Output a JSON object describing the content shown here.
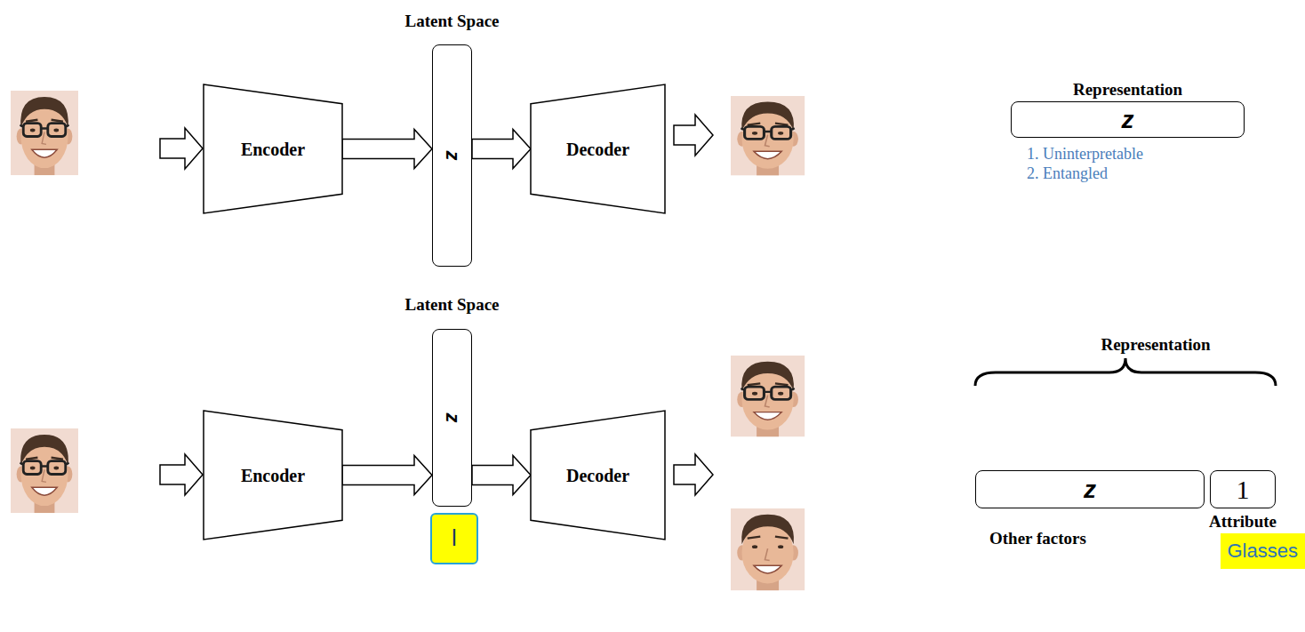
{
  "diagram": {
    "nodes": [
      {
        "text": [
          "Encoder"
        ]
      },
      {
        "text": [
          "Latent Space",
          "z"
        ]
      },
      {
        "text": [
          "Decoder"
        ]
      },
      {
        "text": [
          "Representation",
          "z"
        ]
      },
      {
        "text": [
          "Encoder"
        ]
      },
      {
        "text": [
          "Latent Space",
          "z"
        ]
      },
      {
        "text": [
          "l"
        ]
      },
      {
        "text": [
          "Decoder"
        ]
      },
      {
        "text": [
          "z",
          "Other factors"
        ]
      },
      {
        "text": [
          "1",
          "Attribute"
        ]
      },
      {
        "text": [
          "Glasses"
        ]
      }
    ],
    "edges": [
      {
        "from": 0,
        "to": 1,
        "arrow": "to"
      },
      {
        "from": 1,
        "to": 2,
        "arrow": "to"
      },
      {
        "from": 4,
        "to": 5,
        "arrow": "to"
      },
      {
        "from": 5,
        "to": 7,
        "arrow": "to"
      }
    ],
    "labels": [
      "1. Uninterpretable",
      "2. Entangled",
      "Representation"
    ]
  }
}
